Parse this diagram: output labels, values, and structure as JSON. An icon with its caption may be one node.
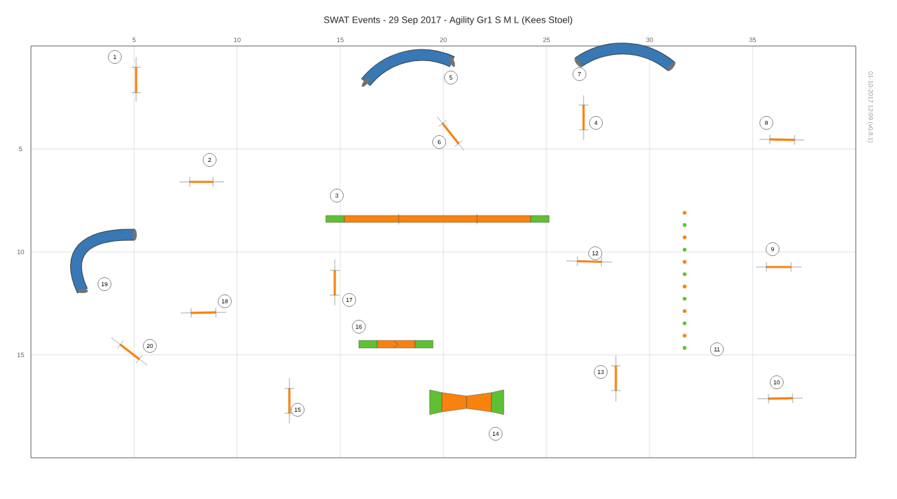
{
  "diagram": {
    "title": "SWAT Events - 29 Sep 2017 - Agility Gr1 S M L (Kees Stoel)",
    "labels": [
      "5",
      "10",
      "15",
      "20",
      "25",
      "30",
      "35",
      "5",
      "10",
      "15",
      "1",
      "5",
      "7",
      "4",
      "8",
      "6",
      "2",
      "3",
      "12",
      "9",
      "19",
      "18",
      "17",
      "16",
      "20",
      "11",
      "13",
      "10",
      "15",
      "14",
      "01-10-2017 12:09  (v0.8.1)"
    ]
  }
}
